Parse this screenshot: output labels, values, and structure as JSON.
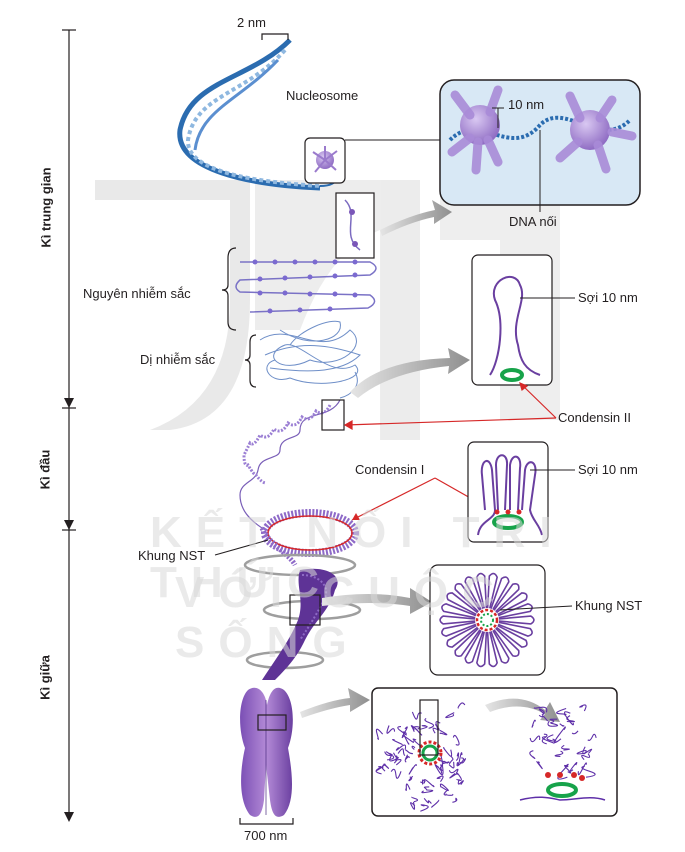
{
  "phases": {
    "interphase": "Kì trung gian",
    "prophase": "Kì đầu",
    "metaphase": "Kì giữa"
  },
  "labels": {
    "two_nm": "2 nm",
    "nucleosome": "Nucleosome",
    "ten_nm": "10 nm",
    "dna_linker": "DNA nối",
    "euchromatin": "Nguyên nhiễm sắc",
    "heterochromatin": "Dị nhiễm sắc",
    "fiber_10nm_a": "Sợi 10 nm",
    "condensin_2": "Condensin II",
    "condensin_1": "Condensin I",
    "fiber_10nm_b": "Sợi 10 nm",
    "scaffold_left": "Khung NST",
    "scaffold_right": "Khung NST",
    "seven_hundred_nm": "700 nm"
  },
  "watermark": {
    "line1": "KẾT NỐI TRI THỨC",
    "line2": "VỚI CUỘC SỐNG"
  },
  "colors": {
    "dna_blue": "#2b6cb0",
    "purple": "#6a3fa0",
    "light_purple": "#b89be0",
    "condensin_green": "#17a34a",
    "scaffold_red": "#d62828",
    "box_fill": "#d8e8f5",
    "arrow_gray": "#9e9e9e"
  }
}
